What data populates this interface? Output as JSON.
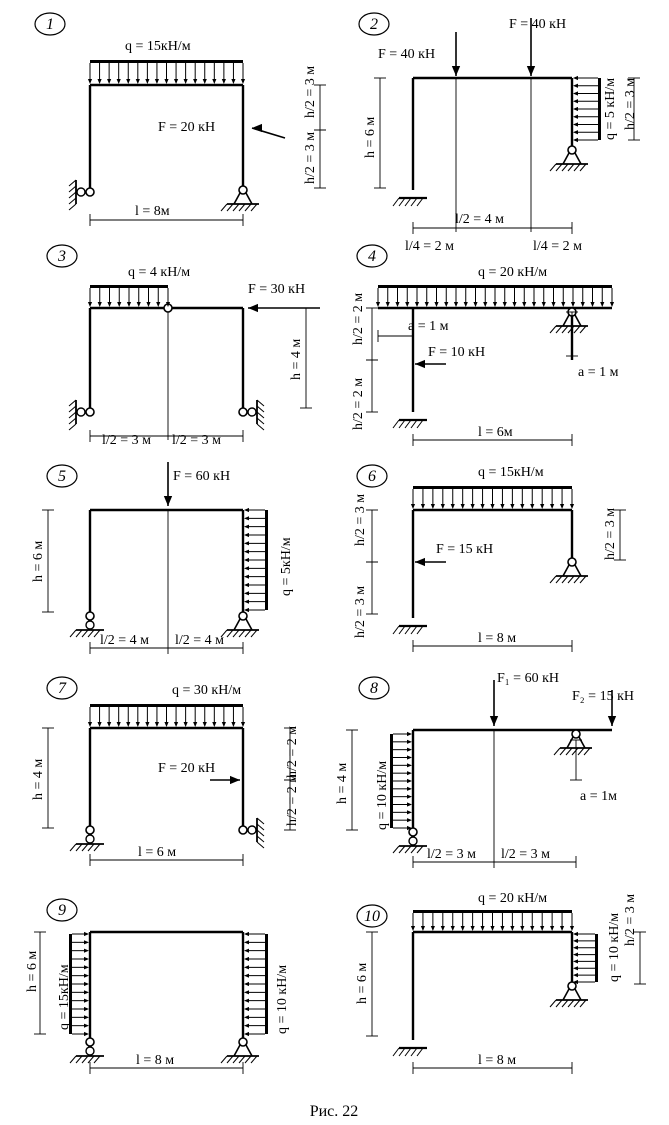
{
  "figure": {
    "caption": "Рис. 22"
  },
  "panels": [
    {
      "number": "1",
      "labels": [
        "q = 15кН/м",
        "F = 20 кН",
        "h/2 = 3 м",
        "h/2 = 3 м",
        "l = 8м"
      ]
    },
    {
      "number": "2",
      "labels": [
        "F = 40 кН",
        "F = 40 кН",
        "h = 6 м",
        "q = 5 кН/м",
        "h/2 = 3 м",
        "l/2 = 4 м",
        "l/4 = 2 м",
        "l/4 = 2 м"
      ]
    },
    {
      "number": "3",
      "labels": [
        "q = 4 кН/м",
        "F = 30 кН",
        "h = 4 м",
        "l/2 = 3 м",
        "l/2 = 3 м"
      ]
    },
    {
      "number": "4",
      "labels": [
        "q = 20 кН/м",
        "h/2 = 2 м",
        "a = 1 м",
        "F = 10 кН",
        "a = 1 м",
        "h/2 = 2 м",
        "l = 6м"
      ]
    },
    {
      "number": "5",
      "labels": [
        "F = 60 кН",
        "h = 6 м",
        "q = 5кН/м",
        "l/2 = 4 м",
        "l/2 = 4 м"
      ]
    },
    {
      "number": "6",
      "labels": [
        "q = 15кН/м",
        "h/2 = 3 м",
        "h/2 = 3 м",
        "F = 15 кН",
        "h/2 = 3 м",
        "l = 8 м"
      ]
    },
    {
      "number": "7",
      "labels": [
        "q = 30 кН/м",
        "h = 4 м",
        "F = 20 кН",
        "h/2 = 2 м",
        "h/2 = 2 м",
        "l = 6 м"
      ]
    },
    {
      "number": "8",
      "labels": [
        "F₁ = 60 кН",
        "F₂ = 15 кН",
        "h = 4 м",
        "q = 10 кН/м",
        "a = 1м",
        "l/2 = 3 м",
        "l/2 = 3 м"
      ]
    },
    {
      "number": "9",
      "labels": [
        "h = 6 м",
        "q = 15кН/м",
        "q = 10 кН/м",
        "l = 8 м"
      ]
    },
    {
      "number": "10",
      "labels": [
        "q = 20 кН/м",
        "h = 6 м",
        "q = 10 кН/м",
        "h/2 = 3 м",
        "l = 8 м"
      ]
    }
  ]
}
